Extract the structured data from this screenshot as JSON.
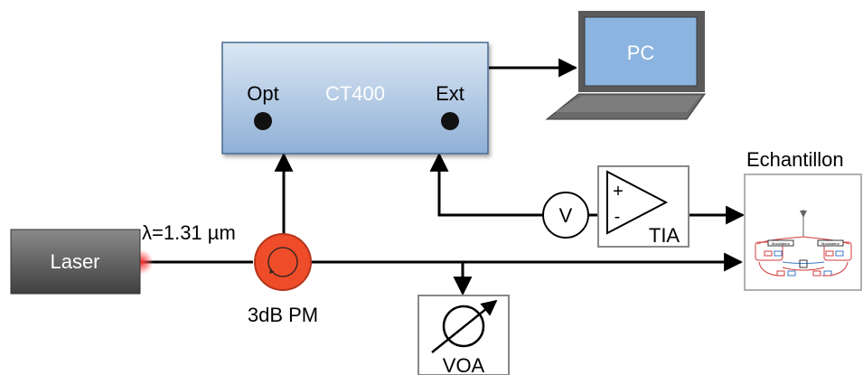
{
  "devices": {
    "ct400": {
      "title": "CT400",
      "port_opt": "Opt",
      "port_ext": "Ext"
    },
    "pc": {
      "label": "PC"
    },
    "laser": {
      "label": "Laser",
      "wavelength": "λ=1.31 µm"
    },
    "power_meter": {
      "label": "3dB PM"
    },
    "voa": {
      "label": "VOA"
    },
    "voltmeter": {
      "label": "V"
    },
    "tia": {
      "label": "TIA",
      "plus": "+",
      "minus": "-"
    },
    "sample": {
      "label": "Echantillon",
      "chip_labels": [
        "Modulateur",
        "Modulateur"
      ]
    }
  },
  "colors": {
    "ct400_top": "#dbe7f4",
    "ct400_bottom": "#8fb0d6",
    "laser_top": "#8a8a8a",
    "laser_bottom": "#3f3f3f",
    "pm_fill": "#ef4c2a",
    "pc_screen": "#8cb4e0",
    "pc_frame": "#5a5a5a",
    "wire": "#000000"
  }
}
